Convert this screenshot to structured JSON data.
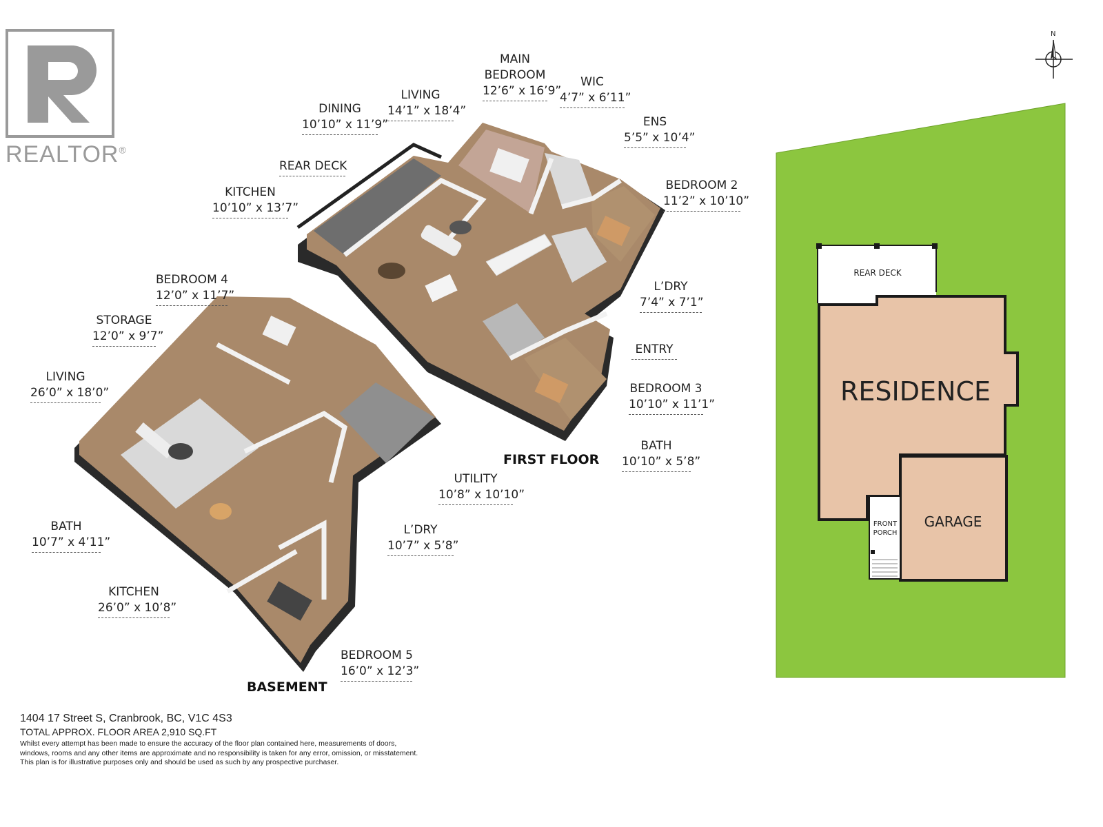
{
  "logo": {
    "word": "REALTOR",
    "icon": "realtor-r-logo"
  },
  "first_floor": {
    "title": "FIRST FLOOR",
    "rooms": [
      {
        "key": "main_bedroom",
        "name": "MAIN\nBEDROOM",
        "dim": "12’6” x 16’9”"
      },
      {
        "key": "living",
        "name": "LIVING",
        "dim": "14’1” x 18’4”"
      },
      {
        "key": "dining",
        "name": "DINING",
        "dim": "10’10” x 11’9”"
      },
      {
        "key": "wic",
        "name": "WIC",
        "dim": "4’7” x 6’11”"
      },
      {
        "key": "ens",
        "name": "ENS",
        "dim": "5’5” x 10’4”"
      },
      {
        "key": "rear_deck",
        "name": "REAR DECK",
        "dim": ""
      },
      {
        "key": "kitchen",
        "name": "KITCHEN",
        "dim": "10’10” x 13’7”"
      },
      {
        "key": "bedroom2",
        "name": "BEDROOM 2",
        "dim": "11’2” x 10’10”"
      },
      {
        "key": "ldry",
        "name": "L’DRY",
        "dim": "7’4” x 7’1”"
      },
      {
        "key": "entry",
        "name": "ENTRY",
        "dim": ""
      },
      {
        "key": "bedroom3",
        "name": "BEDROOM 3",
        "dim": "10’10” x 11’1”"
      },
      {
        "key": "bath",
        "name": "BATH",
        "dim": "10’10” x 5’8”"
      }
    ]
  },
  "basement": {
    "title": "BASEMENT",
    "rooms": [
      {
        "key": "bedroom4",
        "name": "BEDROOM 4",
        "dim": "12’0” x 11’7”"
      },
      {
        "key": "storage",
        "name": "STORAGE",
        "dim": "12’0” x 9’7”"
      },
      {
        "key": "living",
        "name": "LIVING",
        "dim": "26’0” x 18’0”"
      },
      {
        "key": "utility",
        "name": "UTILITY",
        "dim": "10’8” x 10’10”"
      },
      {
        "key": "bath",
        "name": "BATH",
        "dim": "10’7” x 4’11”"
      },
      {
        "key": "ldry",
        "name": "L’DRY",
        "dim": "10’7” x 5’8”"
      },
      {
        "key": "kitchen",
        "name": "KITCHEN",
        "dim": "26’0” x 10’8”"
      },
      {
        "key": "bedroom5",
        "name": "BEDROOM 5",
        "dim": "16’0” x 12’3”"
      }
    ]
  },
  "site_plan": {
    "rear_deck": "REAR DECK",
    "residence": "RESIDENCE",
    "front_porch": "FRONT\nPORCH",
    "garage": "GARAGE",
    "compass": "N",
    "colors": {
      "lawn": "#8cc63f",
      "residence": "#e8c4a8",
      "garage": "#e8c4a8",
      "wall": "#1a1a1a"
    }
  },
  "footer": {
    "address": "1404 17 Street S, Cranbrook, BC, V1C 4S3",
    "area": "TOTAL APPROX. FLOOR AREA 2,910 SQ.FT",
    "disclaimer_1": "Whilst every attempt has been made to ensure the accuracy of the floor plan contained here, measurements of doors,",
    "disclaimer_2": "windows, rooms and any other items are approximate and no responsibility is taken for any error, omission, or misstatement.",
    "disclaimer_3": "This plan is for illustrative purposes only and should be used as such by any prospective purchaser."
  }
}
